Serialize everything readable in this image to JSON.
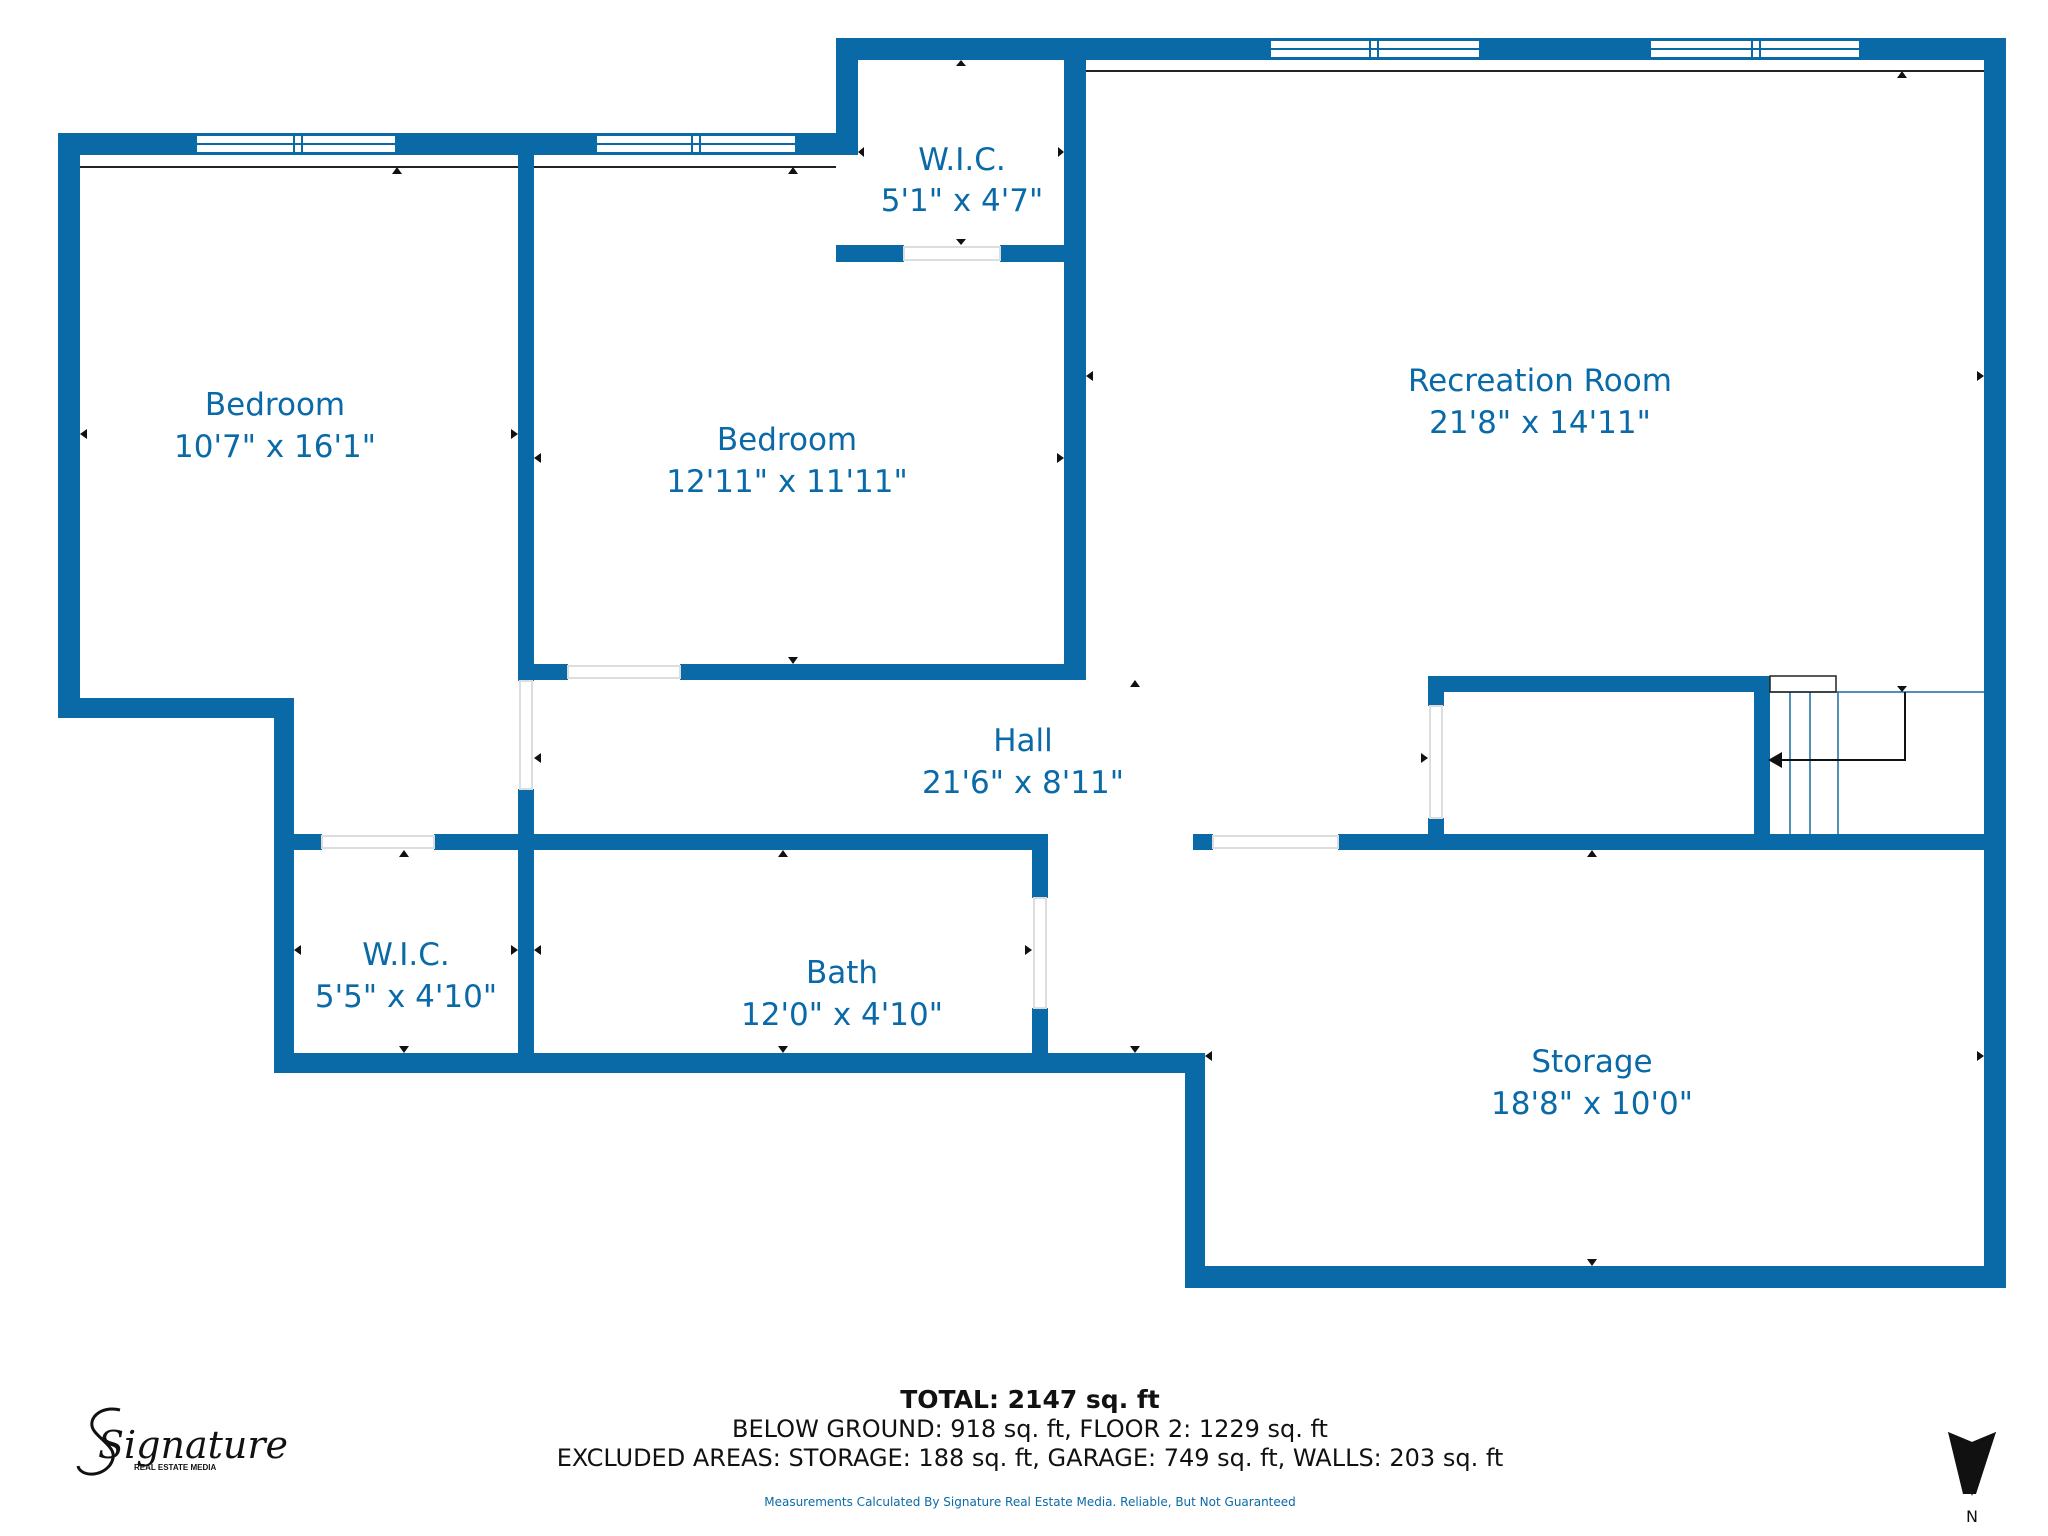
{
  "rooms": [
    {
      "key": "bedroom_left",
      "name": "Bedroom",
      "dims": "10'7\" x 16'1\""
    },
    {
      "key": "bedroom_mid",
      "name": "Bedroom",
      "dims": "12'11\" x 11'11\""
    },
    {
      "key": "wic_top",
      "name": "W.I.C.",
      "dims": "5'1\" x 4'7\""
    },
    {
      "key": "recreation",
      "name": "Recreation Room",
      "dims": "21'8\" x 14'11\""
    },
    {
      "key": "hall",
      "name": "Hall",
      "dims": "21'6\" x 8'11\""
    },
    {
      "key": "wic_bottom",
      "name": "W.I.C.",
      "dims": "5'5\" x 4'10\""
    },
    {
      "key": "bath",
      "name": "Bath",
      "dims": "12'0\" x 4'10\""
    },
    {
      "key": "storage",
      "name": "Storage",
      "dims": "18'8\" x 10'0\""
    }
  ],
  "summary": {
    "total": "TOTAL: 2147 sq. ft",
    "areas": "BELOW GROUND: 918 sq. ft, FLOOR 2: 1229 sq. ft",
    "excluded": "EXCLUDED AREAS: STORAGE: 188 sq. ft, GARAGE: 749 sq. ft, WALLS: 203 sq. ft",
    "disclaimer": "Measurements Calculated By Signature Real Estate Media. Reliable, But Not Guaranteed"
  },
  "logo": {
    "script": "Signature",
    "sub": "REAL ESTATE MEDIA"
  },
  "compass": {
    "label": "N"
  },
  "colors": {
    "wall": "#0a6aa8",
    "text": "#0a6aa8"
  }
}
